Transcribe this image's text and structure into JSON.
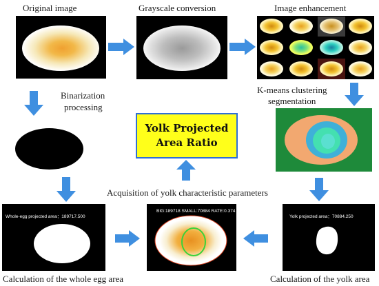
{
  "labels": {
    "original": "Original image",
    "grayscale": "Grayscale conversion",
    "enhancement": "Image enhancement",
    "binarization_line1": "Binarization",
    "binarization_line2": "processing",
    "kmeans_line1": "K-means clustering",
    "kmeans_line2": "segmentation",
    "acquisition": "Acquisition of yolk characteristic parameters",
    "whole_egg_calc": "Calculation of the whole egg area",
    "yolk_calc": "Calculation of the yolk area"
  },
  "title_box": {
    "line1": "Yolk Projected",
    "line2": "Area Ratio"
  },
  "overlays": {
    "whole_egg": "Whole-egg projected area：189717.500",
    "ratio": "BIG:189718   SMALL:70884   RATE:0.374",
    "yolk": "Yolk projected area：70884.250"
  },
  "colors": {
    "arrow": "#3f8fe0",
    "title_fill": "#ffff1a",
    "title_border": "#2f6fd6",
    "kmeans_bg": "#1e8a3a",
    "contour": "#3ad23a"
  }
}
